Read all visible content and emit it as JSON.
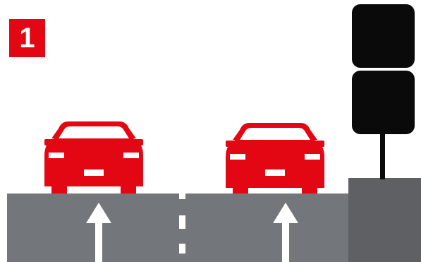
{
  "step_badge": {
    "number": "1"
  },
  "colors": {
    "accent_red": "#e30613",
    "road_gray": "#73767a",
    "pole_block_gray": "#5e6064",
    "traffic_light_black": "#0a0a0a",
    "marking_white": "#ffffff"
  },
  "scene": {
    "cars": [
      "car",
      "car"
    ],
    "lane_arrows": [
      "up-arrow",
      "up-arrow"
    ],
    "traffic_light_lamps": 2
  }
}
